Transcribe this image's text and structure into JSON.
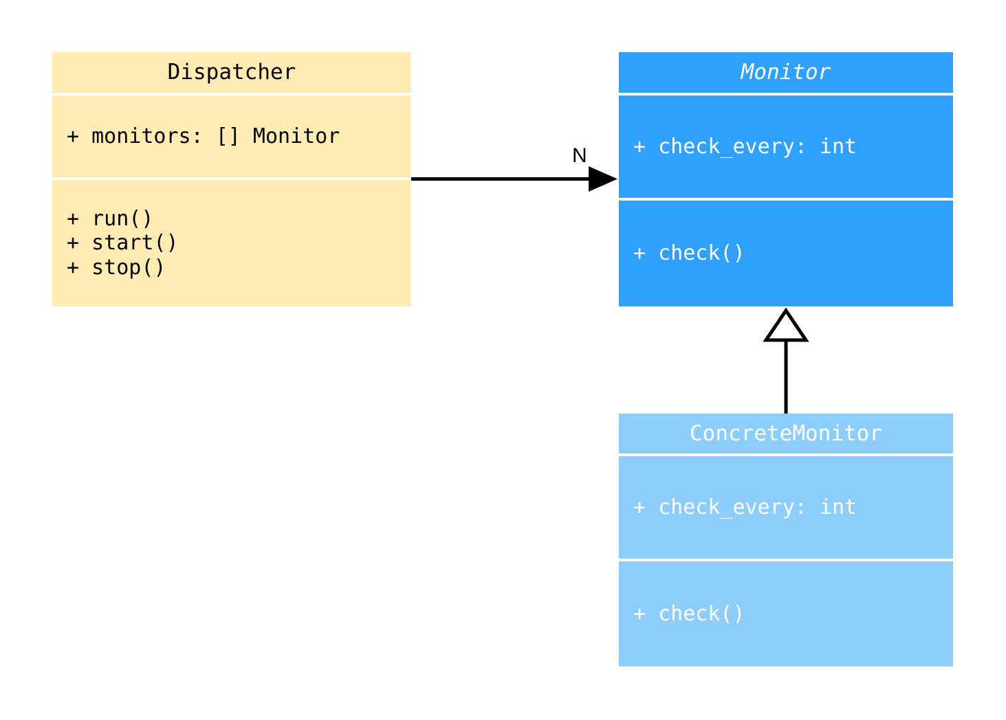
{
  "diagram": {
    "type": "uml-class-diagram",
    "background": "#ffffff",
    "classes": [
      {
        "id": "dispatcher",
        "name": "Dispatcher",
        "abstract": false,
        "fill": "#ffecb3",
        "text_color": "#000000",
        "attributes": [
          "+ monitors: [] Monitor"
        ],
        "methods": [
          "+ run()",
          "+ start()",
          "+ stop()"
        ]
      },
      {
        "id": "monitor",
        "name": "Monitor",
        "abstract": true,
        "fill": "#2fa0fd",
        "text_color": "#ffffff",
        "attributes": [
          "+ check_every: int"
        ],
        "methods": [
          "+ check()"
        ]
      },
      {
        "id": "concrete_monitor",
        "name": "ConcreteMonitor",
        "abstract": false,
        "fill": "#8ccdfb",
        "text_color": "#ffffff",
        "attributes": [
          "+ check_every: int"
        ],
        "methods": [
          "+ check()"
        ]
      }
    ],
    "relationships": [
      {
        "id": "dispatcher-monitor",
        "kind": "association",
        "from": "dispatcher",
        "to": "monitor",
        "arrowhead": "solid-filled",
        "label": "N",
        "line_color": "#000000"
      },
      {
        "id": "concrete-monitor-inheritance",
        "kind": "generalization",
        "from": "concrete_monitor",
        "to": "monitor",
        "arrowhead": "hollow-triangle",
        "label": "",
        "line_color": "#000000"
      }
    ]
  }
}
